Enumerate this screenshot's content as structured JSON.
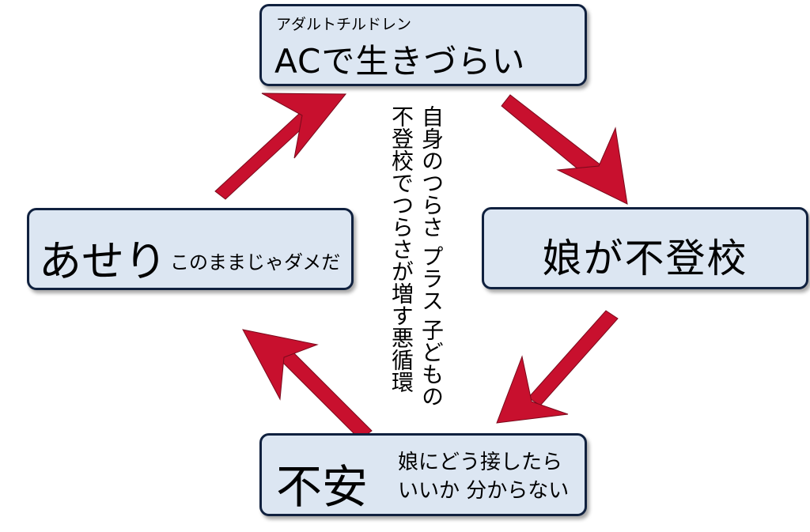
{
  "nodes": {
    "top": {
      "caption": "アダルトチルドレン",
      "main": "ACで生きづらい"
    },
    "right": {
      "main": "娘が不登校"
    },
    "bottom": {
      "main": "不安",
      "sub_line1": "娘にどう接したら",
      "sub_line2": "いいか 分からない"
    },
    "left": {
      "main": "あせり",
      "sub": "このままじゃダメだ"
    }
  },
  "center": {
    "line1": "自身のつらさ プラス 子どもの",
    "line2": "不登校でつらさが増す悪循環"
  },
  "colors": {
    "box_fill": "#dce6f2",
    "box_border": "#10213f",
    "arrow": "#c8102e"
  }
}
